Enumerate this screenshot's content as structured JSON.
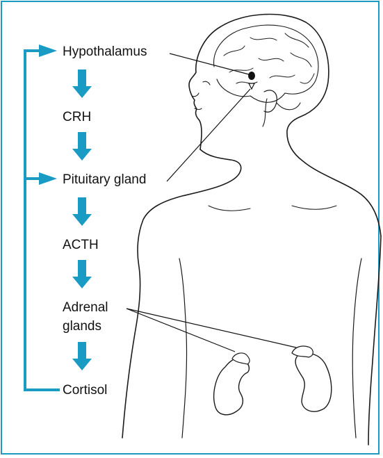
{
  "colors": {
    "accent": "#1a9bc4",
    "line": "#1a1a1a",
    "text": "#111111",
    "background": "#ffffff"
  },
  "labels": {
    "hypothalamus": "Hypothalamus",
    "crh": "CRH",
    "pituitary": "Pituitary gland",
    "acth": "ACTH",
    "adrenal_line1": "Adrenal",
    "adrenal_line2": "glands",
    "cortisol": "Cortisol"
  }
}
